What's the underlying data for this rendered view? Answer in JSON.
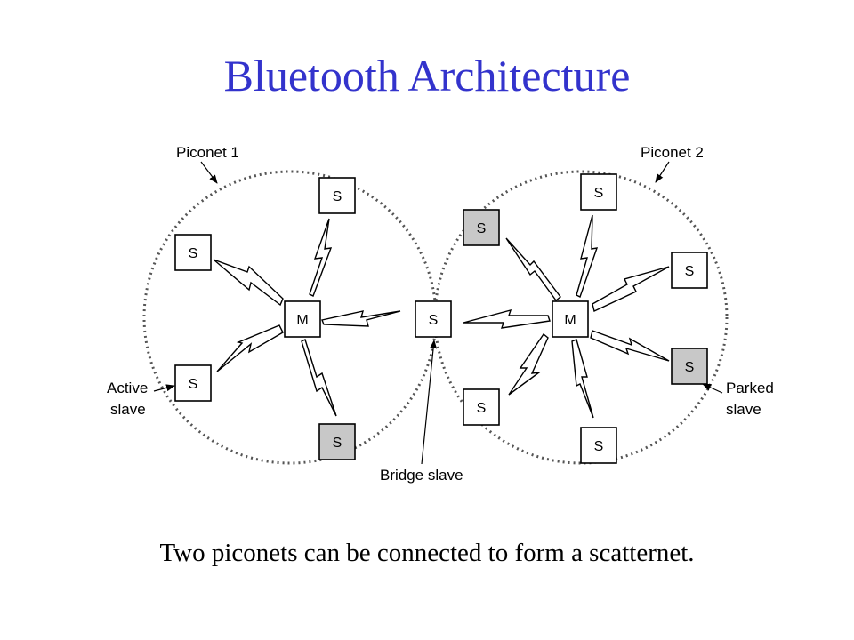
{
  "title": "Bluetooth Architecture",
  "caption": "Two piconets can be connected to form a scatternet.",
  "labels": {
    "piconet1": "Piconet 1",
    "piconet2": "Piconet 2",
    "active_slave_line1": "Active",
    "active_slave_line2": "slave",
    "parked_slave_line1": "Parked",
    "parked_slave_line2": "slave",
    "bridge_slave": "Bridge slave"
  },
  "nodes": {
    "master": "M",
    "slave": "S"
  },
  "colors": {
    "title": "#3333cc",
    "parked_fill": "#c8c8c8"
  }
}
